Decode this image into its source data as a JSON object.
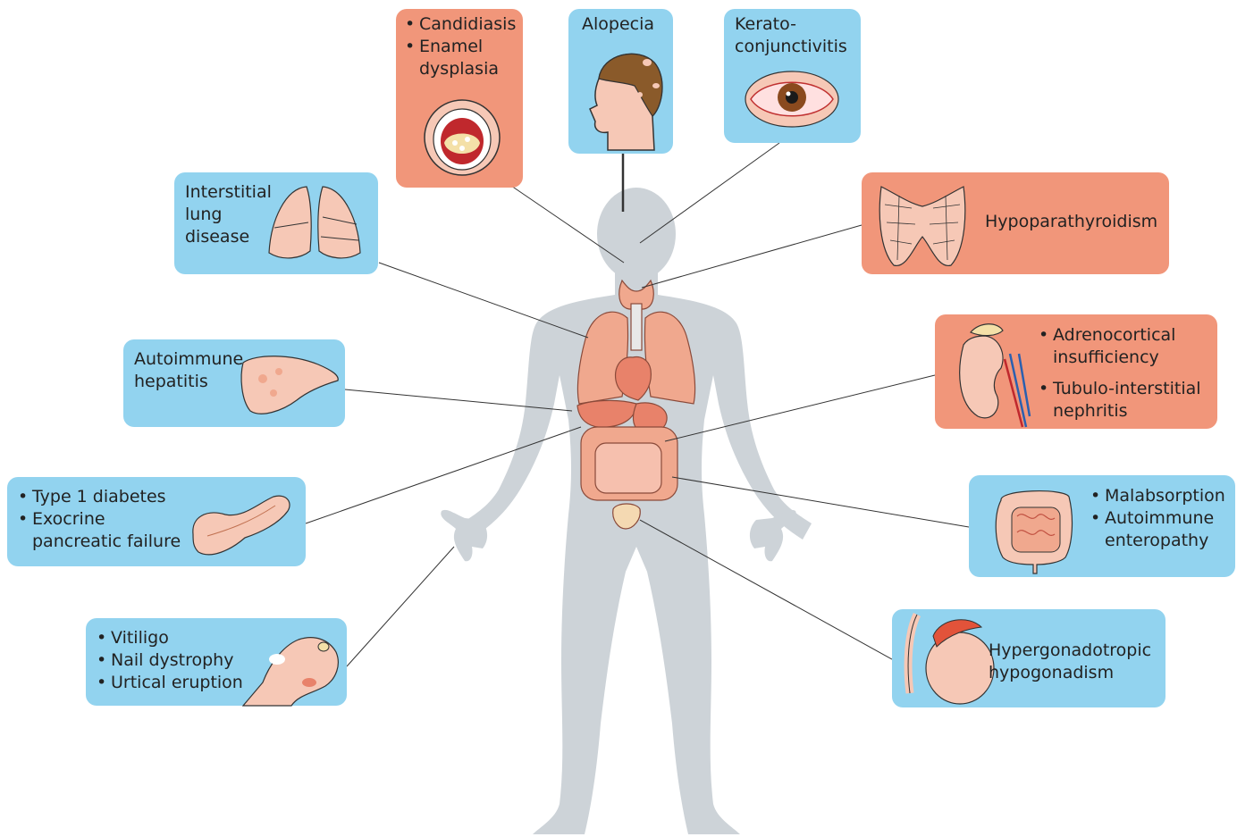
{
  "colors": {
    "callout_blue": "#92d3ef",
    "callout_salmon": "#f1967a",
    "body_silhouette": "#cdd3d8",
    "organ": "#f0a88e",
    "organ_outline": "#8a4a3a",
    "connector": "#333333"
  },
  "callouts": {
    "mouth": {
      "items": [
        "Candidiasis",
        "Enamel\ndysplasia"
      ],
      "icon": "open-mouth-icon"
    },
    "hair": {
      "text": "Alopecia",
      "icon": "head-alopecia-icon"
    },
    "eye": {
      "text": "Kerato-\nconjunctivitis",
      "icon": "eye-icon"
    },
    "lung": {
      "text": "Interstitial\nlung\ndisease",
      "icon": "lungs-icon"
    },
    "parathyroid": {
      "text": "Hypoparathyroidism",
      "icon": "thyroid-icon"
    },
    "liver": {
      "text": "Autoimmune\nhepatitis",
      "icon": "liver-icon"
    },
    "adrenal": {
      "items": [
        "Adrenocortical\ninsufficiency",
        "Tubulo-interstitial\nnephritis"
      ],
      "icon": "kidney-adrenal-icon"
    },
    "pancreas": {
      "items": [
        "Type 1 diabetes",
        "Exocrine\npancreatic failure"
      ],
      "icon": "pancreas-icon"
    },
    "intestine": {
      "items": [
        "Malabsorption",
        "Autoimmune\nenteropathy"
      ],
      "icon": "intestine-icon"
    },
    "skin": {
      "items": [
        "Vitiligo",
        "Nail dystrophy",
        "Urtical eruption"
      ],
      "icon": "hand-icon"
    },
    "gonad": {
      "text": "Hypergonadotropic\nhypogonadism",
      "icon": "testis-icon"
    }
  }
}
